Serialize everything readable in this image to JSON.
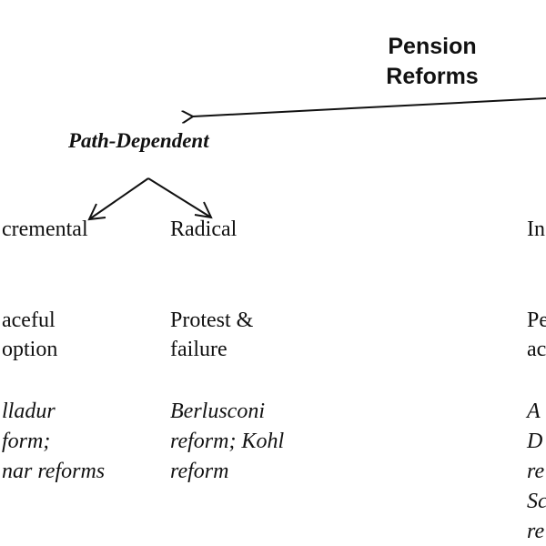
{
  "root": {
    "line1": "Pension",
    "line2": "Reforms"
  },
  "left_branch": {
    "label": "Path-Dependent",
    "children": [
      {
        "type": "cremental",
        "outcome": "aceful\noption",
        "examples": "lladur\nform;\nnar reforms"
      },
      {
        "type": "Radical",
        "outcome": "Protest &\nfailure",
        "examples": "Berlusconi\nreform;  Kohl\nreform"
      }
    ]
  },
  "right_branch": {
    "type": "In",
    "outcome": "Pe\nac",
    "examples": "A\nD\nre\nSc\nre"
  }
}
